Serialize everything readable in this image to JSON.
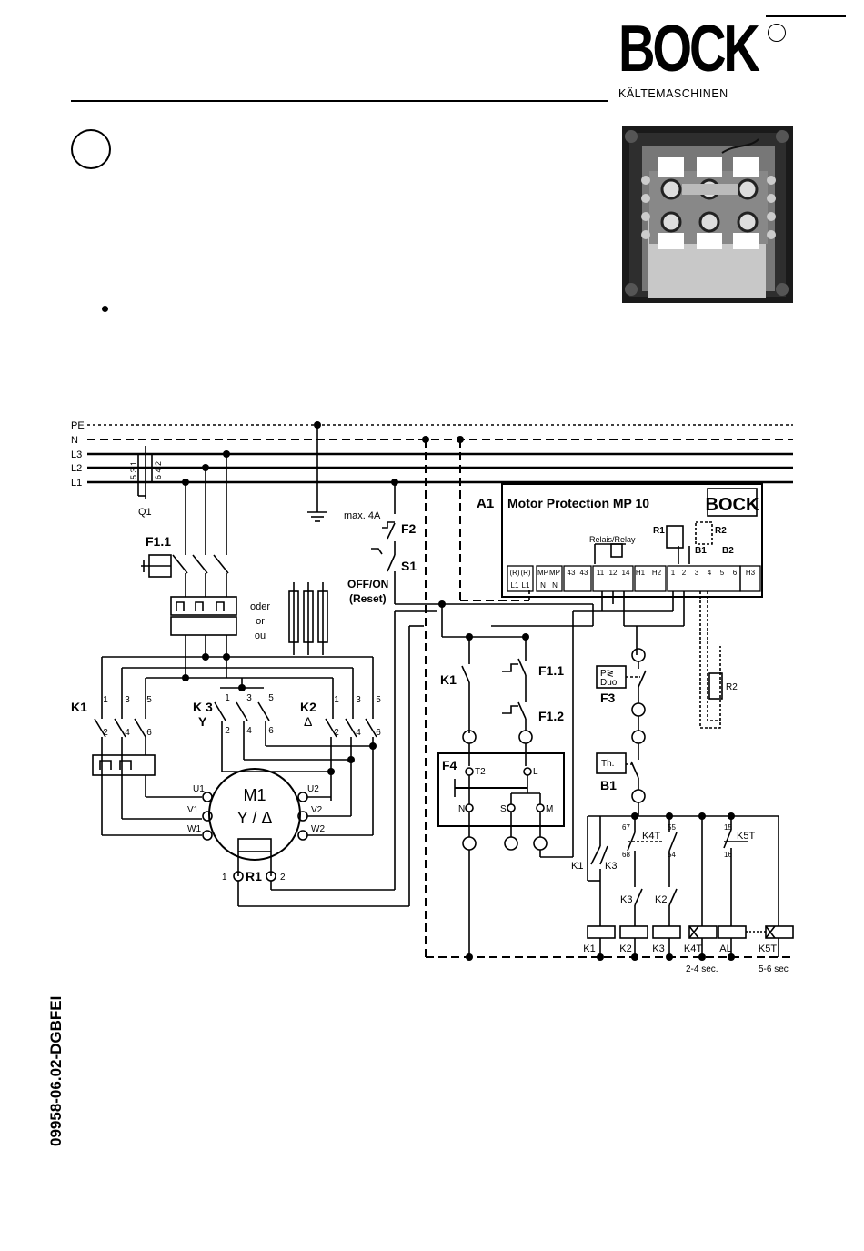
{
  "logo": {
    "word": "BOCK",
    "sub": "KÄLTEMASCHINEN"
  },
  "doc_id": "09958-06.02-DGBFEI",
  "mains": {
    "pe": "PE",
    "n": "N",
    "l3": "L3",
    "l2": "L2",
    "l1": "L1"
  },
  "q1": {
    "label": "Q1",
    "top_nums": "5 3 1",
    "bot_nums": "6 4 2"
  },
  "fuse_label": "F1.1",
  "alt": {
    "de": "oder",
    "en": "or",
    "fr": "ou"
  },
  "f2": {
    "label": "F2",
    "note": "max. 4A"
  },
  "s1": {
    "label": "S1",
    "note1": "OFF/ON",
    "note2": "(Reset)"
  },
  "mp10": {
    "label": "A1",
    "title": "Motor Protection MP 10",
    "mini_logo": "BOCK",
    "relay": "Relais/Relay",
    "r1": "R1",
    "r2": "R2",
    "b1": "B1",
    "b2": "B2",
    "terminals": [
      "(R)",
      "(R)",
      "MP",
      "MP",
      "43",
      "43",
      "11",
      "12",
      "14",
      "H1",
      "H2",
      "1",
      "2",
      "3",
      "4",
      "5",
      "6",
      "H3"
    ],
    "terminals_low": [
      "L1",
      "L1",
      "N",
      "N"
    ]
  },
  "contactors": {
    "k1": "K1",
    "k3": "K 3",
    "k3_sub": "Y",
    "k2": "K2",
    "k2_sub": "Δ",
    "top_nums": [
      "1",
      "3",
      "5"
    ],
    "bot_nums": [
      "2",
      "4",
      "6"
    ]
  },
  "motor": {
    "name": "M1",
    "conn": "Y / Δ",
    "u1": "U1",
    "v1": "V1",
    "w1": "W1",
    "u2": "U2",
    "v2": "V2",
    "w2": "W2",
    "r1": "R1",
    "r1a": "1",
    "r1b": "2"
  },
  "control": {
    "k1": "K1",
    "f11": "F1.1",
    "f12": "F1.2",
    "f4": "F4",
    "t2": "T2",
    "l": "L",
    "n": "N",
    "s": "S",
    "m": "M",
    "f3": "F3",
    "duo1": "P≷",
    "duo2": "Duo",
    "th": "Th.",
    "b1": "B1",
    "r2": "R2",
    "k4t": "K4T",
    "k5t": "K5T",
    "c67": "67",
    "c68": "68",
    "c55": "55",
    "c54": "54",
    "c15": "15",
    "c16": "16",
    "k1c": "K1",
    "k3c": "K3",
    "k3b": "K3",
    "k2b": "K2",
    "coils": [
      "K1",
      "K2",
      "K3",
      "K4T",
      "AL",
      "K5T"
    ],
    "t1": "2-4 sec.",
    "t2_time": "5-6 sec"
  }
}
